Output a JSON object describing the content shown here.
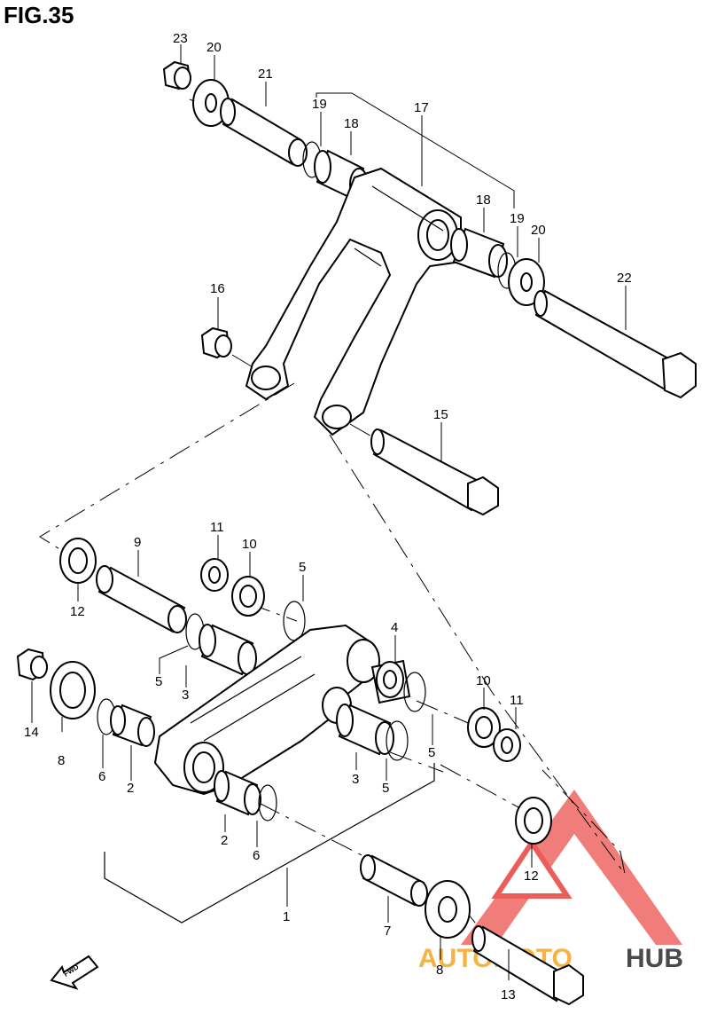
{
  "figure": {
    "title": "FIG.35"
  },
  "callouts": [
    {
      "id": "c23",
      "text": "23"
    },
    {
      "id": "c20a",
      "text": "20"
    },
    {
      "id": "c21",
      "text": "21"
    },
    {
      "id": "c19a",
      "text": "19"
    },
    {
      "id": "c18a",
      "text": "18"
    },
    {
      "id": "c17",
      "text": "17"
    },
    {
      "id": "c18b",
      "text": "18"
    },
    {
      "id": "c19b",
      "text": "19"
    },
    {
      "id": "c20b",
      "text": "20"
    },
    {
      "id": "c22",
      "text": "22"
    },
    {
      "id": "c16",
      "text": "16"
    },
    {
      "id": "c15",
      "text": "15"
    },
    {
      "id": "c11a",
      "text": "11"
    },
    {
      "id": "c9",
      "text": "9"
    },
    {
      "id": "c10a",
      "text": "10"
    },
    {
      "id": "c5a",
      "text": "5"
    },
    {
      "id": "c12a",
      "text": "12"
    },
    {
      "id": "c4",
      "text": "4"
    },
    {
      "id": "c5b",
      "text": "5"
    },
    {
      "id": "c3a",
      "text": "3"
    },
    {
      "id": "c10b",
      "text": "10"
    },
    {
      "id": "c11b",
      "text": "11"
    },
    {
      "id": "c14",
      "text": "14"
    },
    {
      "id": "c8a",
      "text": "8"
    },
    {
      "id": "c6a",
      "text": "6"
    },
    {
      "id": "c2a",
      "text": "2"
    },
    {
      "id": "c5c",
      "text": "5"
    },
    {
      "id": "c3b",
      "text": "3"
    },
    {
      "id": "c5d",
      "text": "5"
    },
    {
      "id": "c2b",
      "text": "2"
    },
    {
      "id": "c6b",
      "text": "6"
    },
    {
      "id": "c12b",
      "text": "12"
    },
    {
      "id": "c1",
      "text": "1"
    },
    {
      "id": "c7",
      "text": "7"
    },
    {
      "id": "c8b",
      "text": "8"
    },
    {
      "id": "c13",
      "text": "13"
    }
  ],
  "fwd_arrow": {
    "label": "FWD"
  },
  "watermark": {
    "text_light": "AUTOMOTO",
    "text_dark": "HUB",
    "color_primary": "#e8413c",
    "color_accent": "#f5a623",
    "color_dark": "#2b2b2b"
  }
}
